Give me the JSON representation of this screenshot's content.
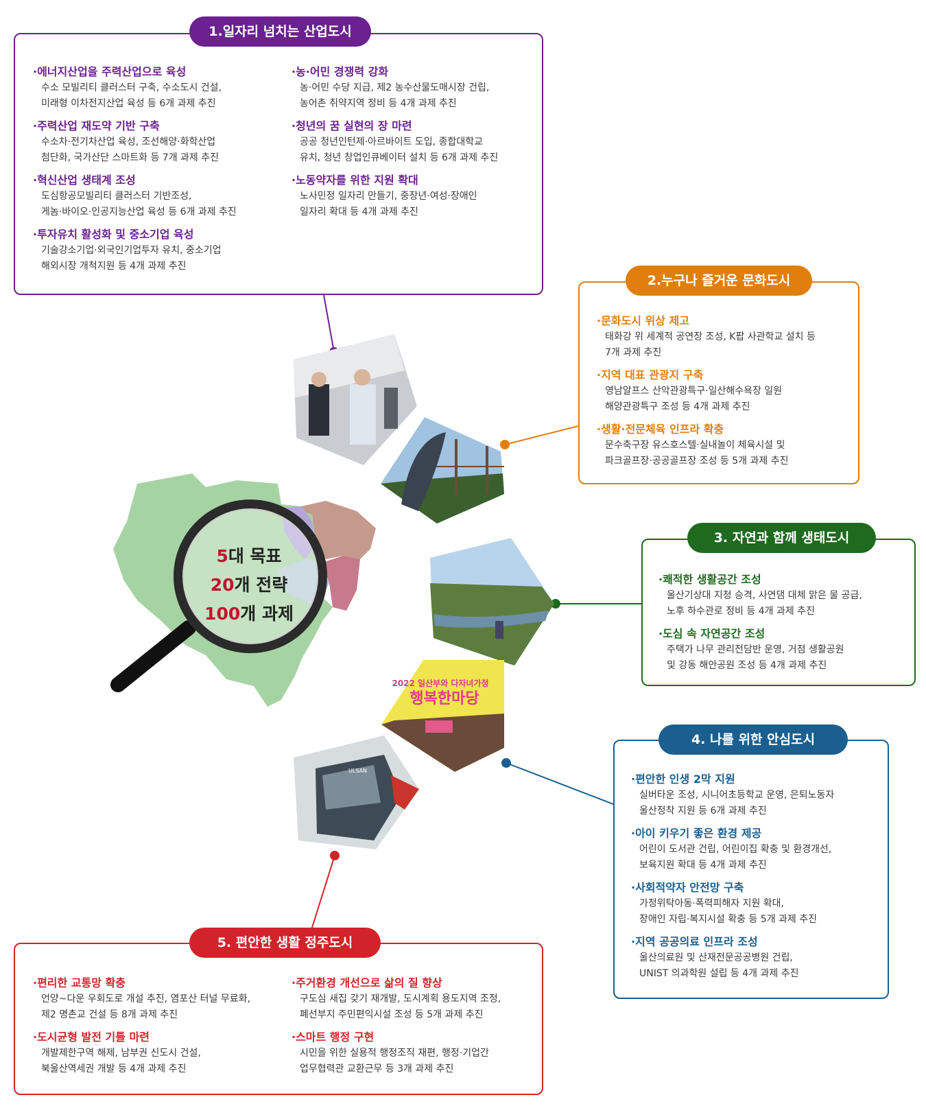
{
  "colors": {
    "g1": "#6b2190",
    "g2": "#e07f0e",
    "g3": "#1e6a1e",
    "g4": "#1a5f8f",
    "g5": "#d3232a"
  },
  "center": {
    "line1_num": "5",
    "line1_text": "대 목표",
    "line2_num": "20",
    "line2_text": "개 전략",
    "line3_num": "100",
    "line3_text": "개 과제"
  },
  "goals": [
    {
      "title": "1.일자리 넘치는 산업도시",
      "left": [
        {
          "t": "·에너지산업을 주력산업으로 육성",
          "d1": "수소 모빌리티 클러스터 구축, 수소도시 건설,",
          "d2": "미래형 이차전지산업 육성 등 6개 과제 추진"
        },
        {
          "t": "·주력산업 재도약 기반 구축",
          "d1": "수소차·전기차산업 육성, 조선해양·화학산업",
          "d2": "첨단화, 국가산단 스마트화 등 7개 과제 추진"
        },
        {
          "t": "·혁신산업 생태계 조성",
          "d1": "도심항공모빌리티 클러스터 기반조성,",
          "d2": "게놈·바이오·인공지능산업 육성 등 6개 과제 추진"
        },
        {
          "t": "·투자유치 활성화 및 중소기업 육성",
          "d1": "기술강소기업·외국인기업투자 유치, 중소기업",
          "d2": "해외시장 개척지원 등 4개 과제 추진"
        }
      ],
      "right": [
        {
          "t": "·농·어민 경쟁력 강화",
          "d1": "농·어민 수당 지급, 제2 농수산물도매시장 건립,",
          "d2": "농어촌 취약지역 정비 등 4개 과제 추진"
        },
        {
          "t": "·청년의 꿈 실현의 장 마련",
          "d1": "공공 청년인턴제·아르바이트 도입, 종합대학교",
          "d2": "유치, 청년 창업인큐베이터 설치 등 6개 과제 추진"
        },
        {
          "t": "·노동약자를 위한 지원 확대",
          "d1": "노사민정 일자리 만들기, 중장년·여성·장애인",
          "d2": "일자리 확대 등 4개 과제 추진"
        }
      ]
    },
    {
      "title": "2.누구나 즐거운 문화도시",
      "items": [
        {
          "t": "·문화도시 위상 제고",
          "d1": "태화강 위 세계적 공연장 조성, K팝 사관학교 설치 등",
          "d2": "7개 과제 추진"
        },
        {
          "t": "·지역 대표 관광지 구축",
          "d1": "영남알프스 산악관광특구·일산해수욕장 일원",
          "d2": "해양관광특구 조성 등 4개 과제 추진"
        },
        {
          "t": "·생활·전문체육 인프라 확충",
          "d1": "문수축구장 유스호스텔·실내놀이 체육시설 및",
          "d2": "파크골프장·공공골프장 조성 등 5개 과제 추진"
        }
      ]
    },
    {
      "title": "3. 자연과 함께 생태도시",
      "items": [
        {
          "t": "·쾌적한 생활공간 조성",
          "d1": "울산기상대 지청 승격, 사연댐 대체 맑은 물 공급,",
          "d2": "노후 하수관로 정비 등 4개 과제 추진"
        },
        {
          "t": "·도심 속 자연공간 조성",
          "d1": "주택가 나무 관리전담반 운영, 거점 생활공원",
          "d2": "및 강동 해안공원 조성 등 4개 과제 추진"
        }
      ]
    },
    {
      "title": "4. 나를 위한 안심도시",
      "items": [
        {
          "t": "·편안한 인생 2막 지원",
          "d1": "실버타운 조성, 시니어초등학교 운영, 은퇴노동자",
          "d2": "울산정착 지원 등 6개 과제 추진"
        },
        {
          "t": "·아이 키우기 좋은 환경 제공",
          "d1": "어린이 도서관 건립, 어린이집 확충 및 환경개선,",
          "d2": "보육지원 확대 등 4개 과제 추진"
        },
        {
          "t": "·사회적약자 안전망 구축",
          "d1": "가정위탁아동·폭력피해자 지원 확대,",
          "d2": "장애인 자립·복지시설 확충 등 5개 과제 추진"
        },
        {
          "t": "·지역 공공의료 인프라 조성",
          "d1": "울산의료원 및 산재전문공공병원 건립,",
          "d2": "UNIST 의과학원 설립 등 4개 과제 추진"
        }
      ]
    },
    {
      "title": "5. 편안한 생활 정주도시",
      "left": [
        {
          "t": "·편리한 교통망 확충",
          "d1": "언양~다운 우회도로 개설 추진, 염포산 터널 무료화,",
          "d2": "제2 명촌교 건설 등 8개 과제 추진"
        },
        {
          "t": "·도시균형 발전 기틀 마련",
          "d1": "개발제한구역 해제, 남부권 신도시 건설,",
          "d2": "북울산역세권 개발 등 4개 과제 추진"
        }
      ],
      "right": [
        {
          "t": "·주거환경 개선으로 삶의 질 향상",
          "d1": "구도심 새집 갖기 재개발, 도시계획 용도지역 조정,",
          "d2": "폐선부지 주민편익시설 조성 등 5개 과제 추진"
        },
        {
          "t": "·스마트 행정 구현",
          "d1": "시민을 위한 실용적 행정조직 재편, 행정·기업간",
          "d2": "업무협력관 교환근무 등 3개 과제 추진"
        }
      ]
    }
  ],
  "photos": {
    "festival_banner_year": "2022 일산부와 다자녀가정",
    "festival_banner_main": "행복한마당",
    "tram_logo": "ULSAN"
  }
}
